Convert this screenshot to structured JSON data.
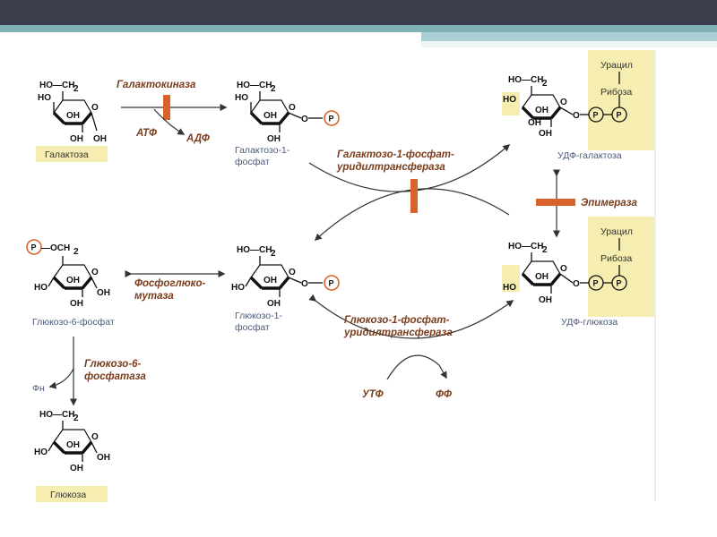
{
  "atoms": {
    "ho_ch2": "HO—CH",
    "sub2": "2",
    "oh": "OH",
    "ho": "HO",
    "p": "P",
    "o": "O",
    "och2": "—OCH"
  },
  "labels": {
    "galactose": "Галактоза",
    "gal1p_1": "Галактозо-1-",
    "gal1p_2": "фосфат",
    "udp_gal": "УДФ-галактоза",
    "glc6p": "Глюкозо-6-фосфат",
    "glc1p_1": "Глюкозо-1-",
    "glc1p_2": "фосфат",
    "udp_glc": "УДФ-глюкоза",
    "glucose": "Глюкоза",
    "uracil": "Урацил",
    "ribose": "Рибоза"
  },
  "enzymes": {
    "galactokinase": "Галактокиназа",
    "galt_1": "Галактозо-1-фосфат-",
    "galt_2": "уридилтрансфераза",
    "epimerase": "Эпимераза",
    "pgm_1": "Фосфоглюко-",
    "pgm_2": "мутаза",
    "glc1p_ut_1": "Глюкозо-1-фосфат-",
    "glc1p_ut_2": "уридилтрансфераза",
    "g6pase_1": "Глюкозо-6-",
    "g6pase_2": "фосфатаза"
  },
  "cofactors": {
    "atp": "АТФ",
    "adp": "АДФ",
    "utp": "УТФ",
    "pp": "ФФ",
    "pi": "Фн"
  },
  "colors": {
    "header_dark": "#3b3d4c",
    "header_teal": "#7fb2b5",
    "label_box": "#f6eeb0",
    "accent": "#d9622b",
    "enzyme_text": "#7a3d1c"
  }
}
